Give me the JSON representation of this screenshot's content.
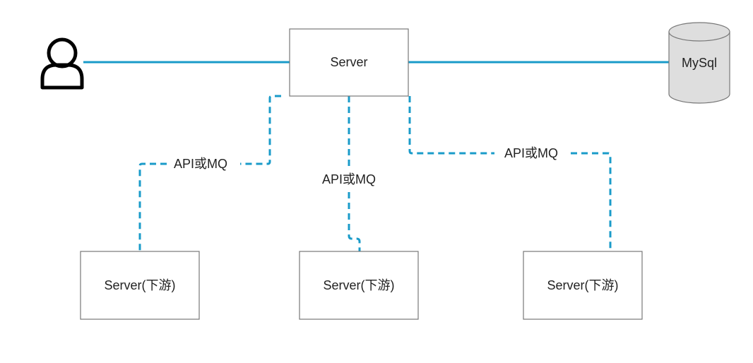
{
  "nodes": {
    "server_main": "Server",
    "database": "MySql",
    "downstream_left": "Server(下游)",
    "downstream_middle": "Server(下游)",
    "downstream_right": "Server(下游)"
  },
  "edges": {
    "left_label": "API或MQ",
    "middle_label": "API或MQ",
    "right_label": "API或MQ"
  },
  "colors": {
    "connector": "#1a9bc9",
    "box_border": "#777777",
    "db_fill": "#dedede"
  }
}
